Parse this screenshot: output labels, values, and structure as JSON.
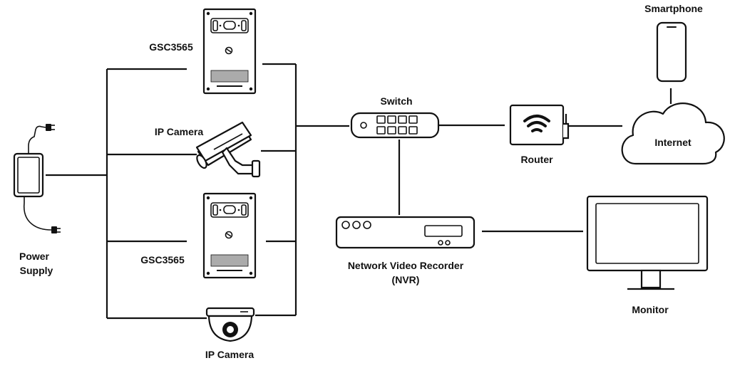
{
  "labels": {
    "intercom_top": "GSC3565",
    "ip_camera_bullet": "IP Camera",
    "intercom_bottom": "GSC3565",
    "ip_camera_dome": "IP Camera",
    "power_supply_line1": "Power",
    "power_supply_line2": "Supply",
    "switch": "Switch",
    "router": "Router",
    "internet": "Internet",
    "smartphone": "Smartphone",
    "nvr_line1": "Network Video Recorder",
    "nvr_line2": "(NVR)",
    "monitor": "Monitor"
  },
  "icons": {
    "intercom": "door-intercom-icon",
    "bullet_camera": "bullet-camera-icon",
    "dome_camera": "dome-camera-icon",
    "power_supply": "power-adapter-icon",
    "switch": "network-switch-icon",
    "router": "wifi-router-icon",
    "cloud": "cloud-icon",
    "smartphone": "smartphone-icon",
    "nvr": "nvr-icon",
    "monitor": "monitor-icon"
  },
  "colors": {
    "line": "#111111",
    "background": "#ffffff",
    "grille": "#666666"
  }
}
